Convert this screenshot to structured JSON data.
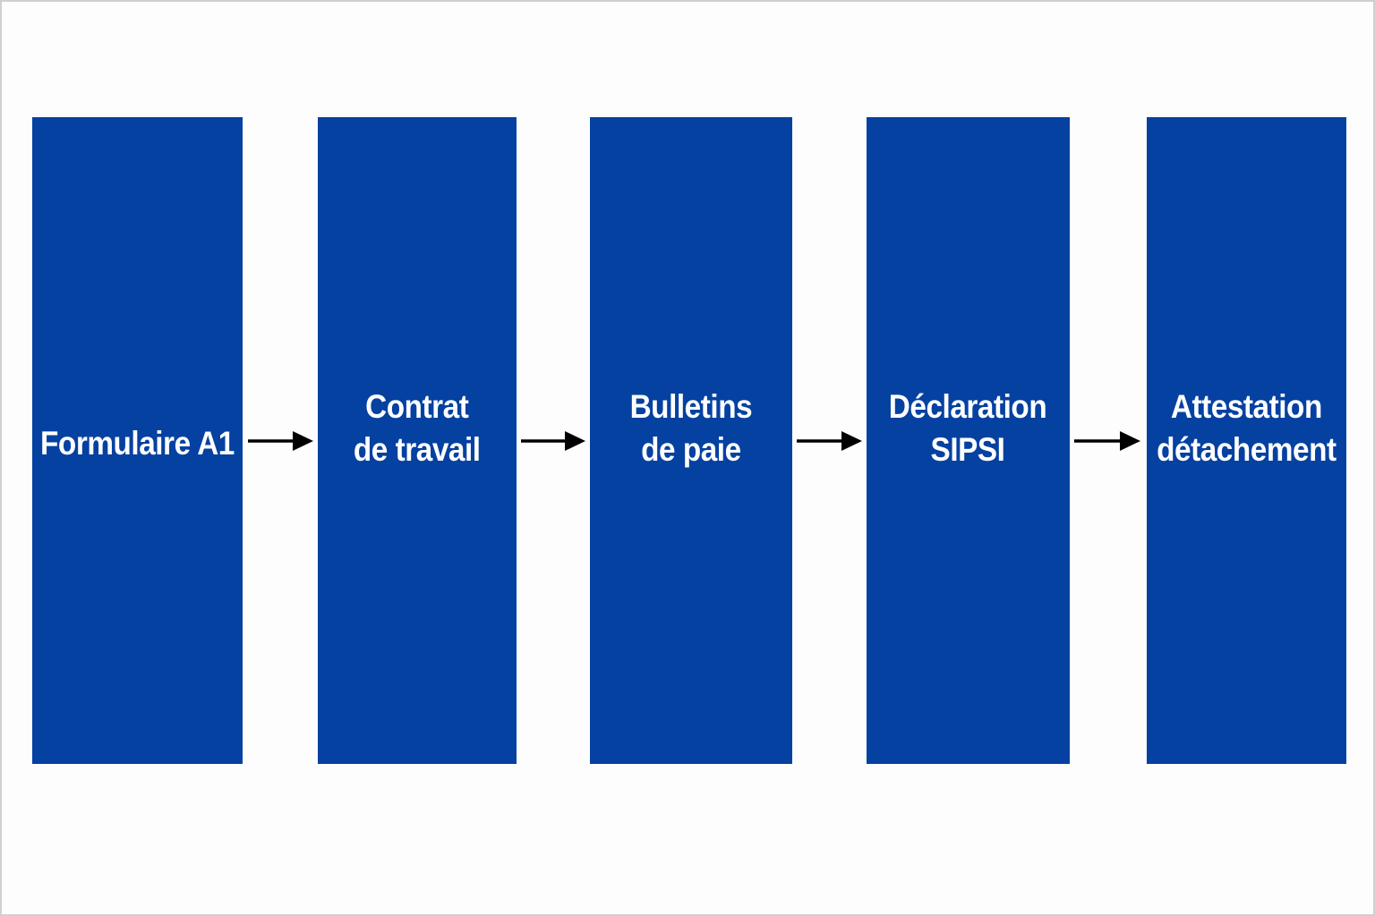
{
  "diagram": {
    "box_color": "#0441a1",
    "arrow_color": "#000000",
    "steps": [
      {
        "lines": [
          "Formulaire A1"
        ]
      },
      {
        "lines": [
          "Contrat",
          "de travail"
        ]
      },
      {
        "lines": [
          "Bulletins",
          "de paie"
        ]
      },
      {
        "lines": [
          "Déclaration",
          "SIPSI"
        ]
      },
      {
        "lines": [
          "Attestation",
          "détachement"
        ]
      }
    ]
  }
}
